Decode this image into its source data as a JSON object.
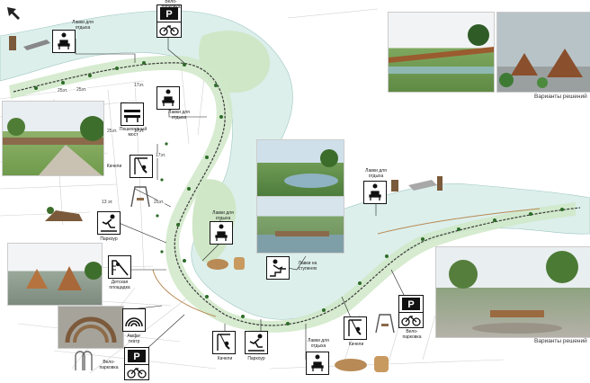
{
  "captions": {
    "variants_top": "Варианты решений",
    "variants_bottom": "Варианты решений"
  },
  "floors": [
    "25эт.",
    "25эт.",
    "17эт.",
    "25эт.",
    "17эт.",
    "13 эт.",
    "25эт.",
    "17эт."
  ],
  "labels": {
    "benches_top": "Лавки для\nотдыха",
    "bike_top": "Вело-\nпарковка",
    "benches_mid": "Лавки для\nотдыха",
    "footbridge": "Пешеходный\nмост",
    "swings_mid": "Качели",
    "parkour_mid": "Паркоур",
    "benches_center": "Лавки для\nотдыха",
    "benches_steps": "Лавки на\nступенях",
    "playground": "Детская\nплощадка",
    "amphitheater": "Амфи-\nтеатр",
    "benches_right": "Лавки для\nотдыха",
    "bike_right": "Вело-\nпарковка",
    "swings_bottom": "Качели",
    "parkour_bottom": "Паркоур",
    "benches_bottom": "Лавки для\nотдыха",
    "swings_br": "Качели",
    "bike_bottom": "Вело-\nпарковка"
  },
  "colors": {
    "water": "#dcefeb",
    "green": "#cfe7c7",
    "path": "#3a3a3a",
    "trees": "#2e6b2a",
    "wood": "#b88a55"
  }
}
